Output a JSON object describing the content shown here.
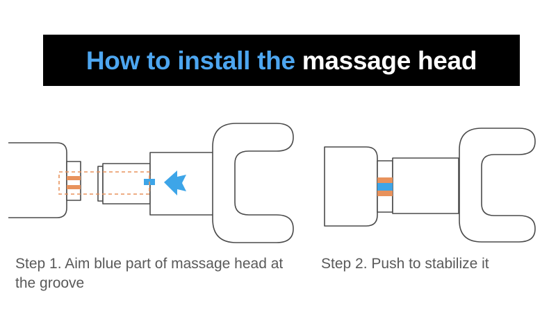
{
  "banner": {
    "title_accent": "How to install the",
    "title_plain": " massage head",
    "background_color": "#000000",
    "accent_color": "#4da6f0",
    "plain_color": "#ffffff"
  },
  "palette": {
    "outline": "#4a4a4a",
    "orange": "#e8925c",
    "orange_dashed": "#e8925c",
    "blue": "#3da5e8",
    "caption_text": "#595959",
    "page_background": "#ffffff"
  },
  "steps": [
    {
      "id": "step-1",
      "caption": "Step 1. Aim blue part of massage head at the groove",
      "diagram": {
        "name": "exploded-assembly-diagram",
        "parts": [
          {
            "name": "device-body",
            "label": "massage gun body"
          },
          {
            "name": "groove-collar",
            "label": "groove collar with orange groove marks"
          },
          {
            "name": "massage-head-stem",
            "label": "massage head stem"
          },
          {
            "name": "massage-head-block",
            "label": "massage head block with blue alignment tab"
          },
          {
            "name": "fork-head",
            "label": "C-shaped fork head"
          },
          {
            "name": "alignment-dashed-box",
            "label": "alignment guide dashed rectangle"
          },
          {
            "name": "push-arrow",
            "label": "blue arrow pointing left"
          }
        ]
      }
    },
    {
      "id": "step-2",
      "caption": "Step 2. Push to stabilize it",
      "diagram": {
        "name": "assembled-diagram",
        "parts": [
          {
            "name": "device-body",
            "label": "massage gun body"
          },
          {
            "name": "seated-collar",
            "label": "seated collar with orange and blue bands"
          },
          {
            "name": "massage-head-block",
            "label": "massage head block"
          },
          {
            "name": "fork-head",
            "label": "C-shaped fork head"
          }
        ]
      }
    }
  ]
}
